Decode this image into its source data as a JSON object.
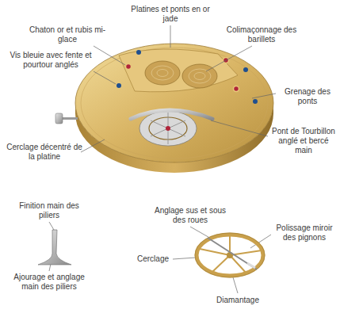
{
  "diagram": {
    "labels": [
      "Platines et ponts en or jade",
      "Chaton or et rubis mi-glace",
      "Colimaçonnage des barillets",
      "Vis bleuie avec fente et pourtour anglés",
      "Grenage des ponts",
      "Cerclage décentré de la platine",
      "Pont de Tourbillon anglé et bercé main",
      "Finition main des piliers",
      "Anglage sus et sous des roues",
      "Polissage miroir des pignons",
      "Cerclage",
      "Ajourage et anglage main des piliers",
      "Diamantage"
    ]
  }
}
